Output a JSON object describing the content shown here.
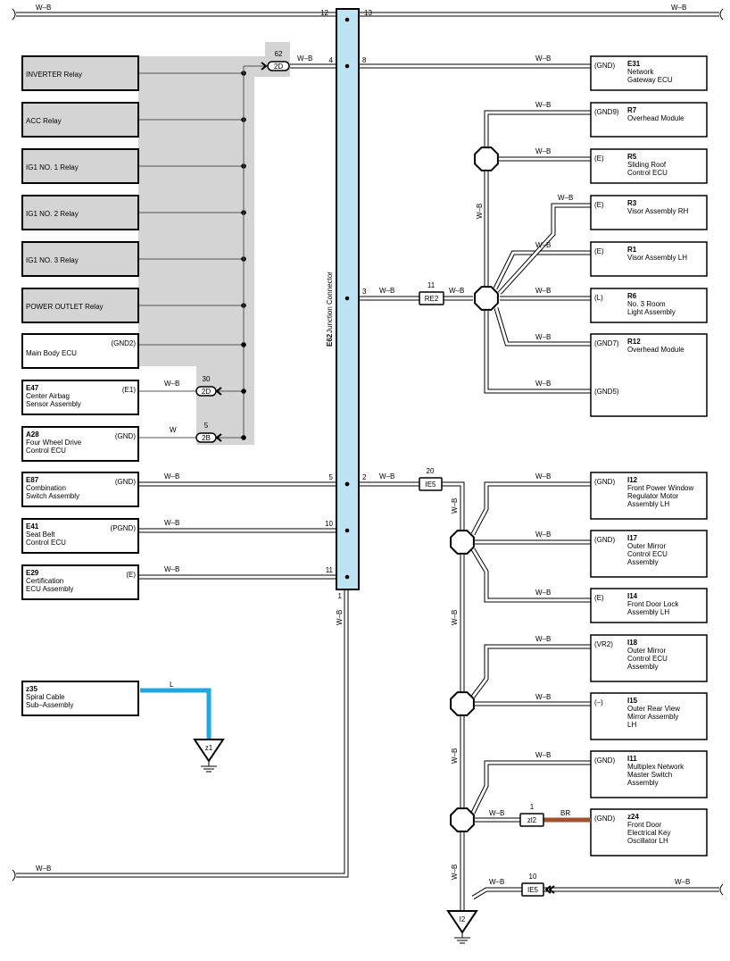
{
  "junction": {
    "id": "E62",
    "name": "Junction Connector"
  },
  "wires": {
    "wb": "W–B",
    "w": "W",
    "l": "L",
    "br": "BR"
  },
  "left_components": [
    {
      "name": "INVERTER Relay",
      "terminal": ""
    },
    {
      "name": "ACC Relay",
      "terminal": ""
    },
    {
      "name": "IG1 NO. 1 Relay",
      "terminal": ""
    },
    {
      "name": "IG1 NO. 2 Relay",
      "terminal": ""
    },
    {
      "name": "IG1 NO. 3 Relay",
      "terminal": ""
    },
    {
      "name": "POWER OUTLET Relay",
      "terminal": ""
    },
    {
      "code": "",
      "lines": [
        "Main Body ECU"
      ],
      "terminal": "(GND2)"
    },
    {
      "code": "E47",
      "lines": [
        "Center Airbag",
        "Sensor Assembly"
      ],
      "terminal": "(E1)"
    },
    {
      "code": "A28",
      "lines": [
        "Four Wheel Drive",
        "Control ECU"
      ],
      "terminal": "(GND)"
    },
    {
      "code": "E87",
      "lines": [
        "Combination",
        "Switch Assembly"
      ],
      "terminal": "(GND)"
    },
    {
      "code": "E41",
      "lines": [
        "Seat Belt",
        "Control ECU"
      ],
      "terminal": "(PGND)"
    },
    {
      "code": "E29",
      "lines": [
        "Certification",
        "ECU Assembly"
      ],
      "terminal": "(E)"
    },
    {
      "code": "z35",
      "lines": [
        "Spiral Cable",
        "Sub–Assembly"
      ],
      "terminal": ""
    }
  ],
  "right_components": [
    {
      "code": "E31",
      "lines": [
        "Network",
        "Gateway ECU"
      ],
      "terminal": "(GND)"
    },
    {
      "code": "R7",
      "lines": [
        "Overhead Module"
      ],
      "terminal": "(GND9)"
    },
    {
      "code": "R5",
      "lines": [
        "Sliding Roof",
        "Control ECU"
      ],
      "terminal": "(E)"
    },
    {
      "code": "R3",
      "lines": [
        "Visor Assembly RH"
      ],
      "terminal": "(E)"
    },
    {
      "code": "R1",
      "lines": [
        "Visor Assembly LH"
      ],
      "terminal": "(E)"
    },
    {
      "code": "R6",
      "lines": [
        "No. 3 Room",
        "Light Assembly"
      ],
      "terminal": "(L)"
    },
    {
      "code": "R12",
      "lines": [
        "Overhead Module"
      ],
      "terminal": "(GND7)",
      "terminal2": "(GND5)"
    },
    {
      "code": "I12",
      "lines": [
        "Front Power Window",
        "Regulator Motor",
        "Assembly LH"
      ],
      "terminal": "(GND)"
    },
    {
      "code": "I17",
      "lines": [
        "Outer Mirror",
        "Control ECU",
        "Assembly"
      ],
      "terminal": "(GND)"
    },
    {
      "code": "I14",
      "lines": [
        "Front Door Lock",
        "Assembly LH"
      ],
      "terminal": "(E)"
    },
    {
      "code": "I18",
      "lines": [
        "Outer Mirror",
        "Control ECU",
        "Assembly"
      ],
      "terminal": "(VR2)"
    },
    {
      "code": "I15",
      "lines": [
        "Outer Rear View",
        "Mirror Assembly",
        "LH"
      ],
      "terminal": "(–)"
    },
    {
      "code": "I11",
      "lines": [
        "Multiplex Network",
        "Master Switch",
        "Assembly"
      ],
      "terminal": "(GND)"
    },
    {
      "code": "z24",
      "lines": [
        "Front Door",
        "Electrical Key",
        "Oscillator LH"
      ],
      "terminal": "(GND)"
    }
  ],
  "connectors": [
    {
      "label": "2D",
      "pin": "62"
    },
    {
      "label": "2D",
      "pin": "30"
    },
    {
      "label": "2B",
      "pin": "5"
    },
    {
      "label": "RE2",
      "pin": "11"
    },
    {
      "label": "IE5",
      "pin": "20"
    },
    {
      "label": "zl2",
      "pin": "1"
    },
    {
      "label": "IE5",
      "pin": "10"
    }
  ],
  "pins": {
    "top_left": "12",
    "top_right": "13",
    "left_4": "4",
    "right_8": "8",
    "right_3": "3",
    "right_2": "2",
    "left_5": "5",
    "left_10": "10",
    "left_11": "11",
    "bottom_1": "1"
  },
  "grounds": [
    "z1",
    "I2"
  ]
}
